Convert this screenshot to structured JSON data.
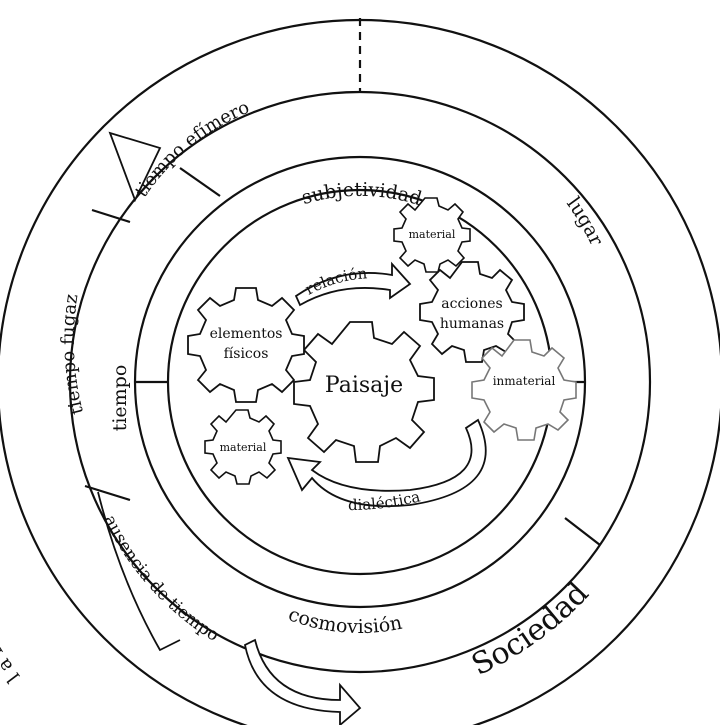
{
  "center": {
    "label": "Paisaje"
  },
  "gears": {
    "physical": [
      "elementos",
      "físicos"
    ],
    "human_actions": [
      "acciones",
      "humanas"
    ],
    "material_top": "material",
    "material_bottom": "material",
    "immaterial": "inmaterial"
  },
  "arrows": {
    "relation": "relación",
    "dialectic": "dialéctica"
  },
  "inner_ring": {
    "top": "subjetividad",
    "right": "lugar",
    "bottom": "cosmovisión",
    "left": "tiempo"
  },
  "outer_ring": {
    "ephemeral": "tiempo efímero",
    "fleeting": "tiempo fugaz",
    "absence": "ausencia de tiempo"
  },
  "long_duration": "l a r g a   d u r a c i ó n",
  "society": "Sociedad"
}
